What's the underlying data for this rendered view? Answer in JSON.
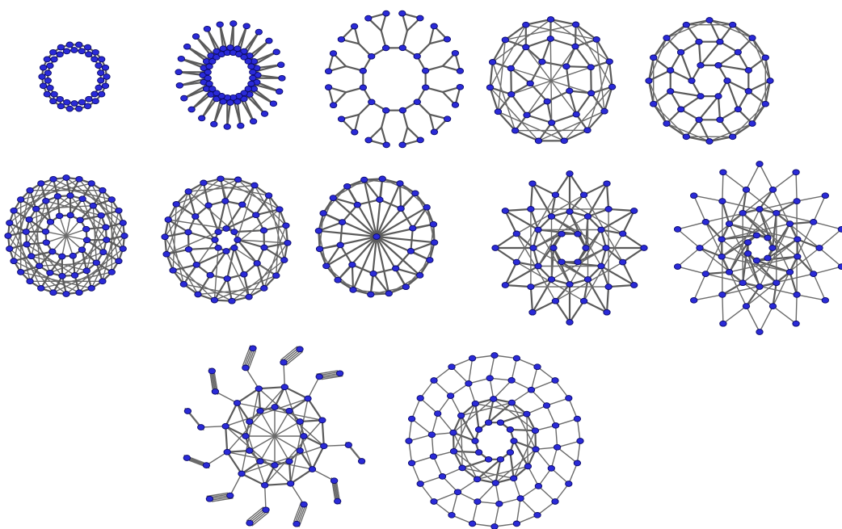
{
  "figure": {
    "background": "#ffffff",
    "node_color": "#2a2ad8",
    "edge_color": "#5a5a5a",
    "graph_count": 12
  },
  "graphs": [
    {
      "id": "graph-1",
      "kind": "ring"
    },
    {
      "id": "graph-2",
      "kind": "ring-with-spokes"
    },
    {
      "id": "graph-3",
      "kind": "ring-with-pendant-pairs"
    },
    {
      "id": "graph-4",
      "kind": "polyhedral-mesh"
    },
    {
      "id": "graph-5",
      "kind": "polyhedral-mesh"
    },
    {
      "id": "graph-6",
      "kind": "dense-concentric-mesh"
    },
    {
      "id": "graph-7",
      "kind": "radial-mesh"
    },
    {
      "id": "graph-8",
      "kind": "wheel-mesh"
    },
    {
      "id": "graph-9",
      "kind": "star-polygon-mesh"
    },
    {
      "id": "graph-10",
      "kind": "star-polygon-mesh"
    },
    {
      "id": "graph-11",
      "kind": "ring-with-pendant-bundles"
    },
    {
      "id": "graph-12",
      "kind": "concentric-net"
    }
  ]
}
